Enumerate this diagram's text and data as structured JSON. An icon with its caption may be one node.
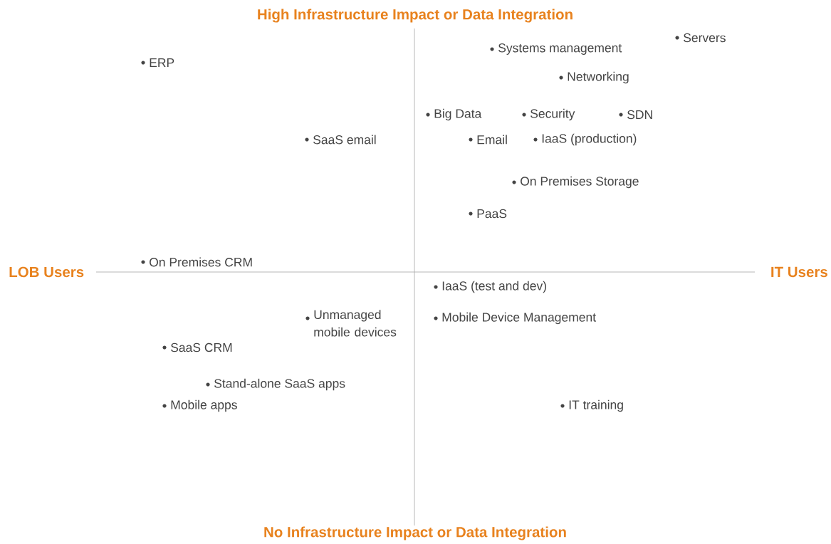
{
  "diagram": {
    "labels": [
      "High Infrastructure Impact or Data Integration",
      "Servers",
      "Systems management",
      "ERP",
      "Networking",
      "Big Data",
      "Security",
      "SDN",
      "SaaS email",
      "Email",
      "IaaS (production)",
      "On Premises Storage",
      "PaaS",
      "On Premises CRM",
      "LOB Users",
      "IT Users",
      "IaaS (test and dev)",
      "Unmanaged mobile devices",
      "Mobile Device Management",
      "SaaS CRM",
      "Stand-alone SaaS apps",
      "Mobile apps",
      "IT training",
      "No Infrastructure Impact or Data Integration"
    ]
  }
}
